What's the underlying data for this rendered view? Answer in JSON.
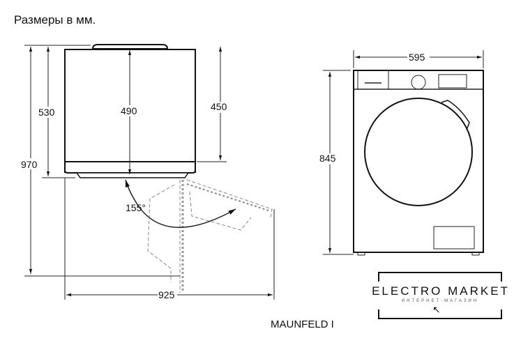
{
  "title": "Размеры в мм.",
  "side_view": {
    "dims": {
      "total_height": "970",
      "depth_to_base": "530",
      "body_depth": "490",
      "body_depth_no_door": "450",
      "depth_door_open": "925",
      "door_angle": "155°"
    }
  },
  "front_view": {
    "dims": {
      "width": "595",
      "height": "845"
    }
  },
  "model_label": "MAUNFELD I",
  "watermark": {
    "main": "ELECTRO MARKET",
    "sub": "ИНТЕРНЕТ-МАГАЗИН"
  }
}
